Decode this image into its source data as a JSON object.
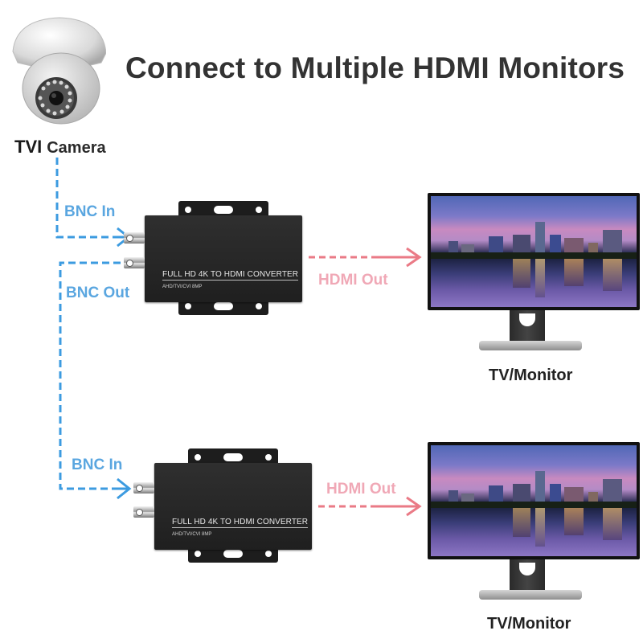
{
  "title": "Connect to Multiple HDMI Monitors",
  "camera": {
    "label_type": "TVI",
    "label_name": "Camera",
    "icon": "dome-camera-icon"
  },
  "connections": {
    "bnc_in_1": "BNC In",
    "bnc_out": "BNC Out",
    "bnc_in_2": "BNC In",
    "hdmi_out_1": "HDMI Out",
    "hdmi_out_2": "HDMI Out"
  },
  "converters": [
    {
      "line1": "FULL HD 4K TO HDMI CONVERTER",
      "line2": "AHD/TVI/CVI 8MP"
    },
    {
      "line1": "FULL HD 4K TO HDMI CONVERTER",
      "line2": "AHD/TVI/CVI 8MP"
    }
  ],
  "monitors": [
    {
      "label": "TV/Monitor"
    },
    {
      "label": "TV/Monitor"
    }
  ],
  "colors": {
    "bnc_line": "#3c9be0",
    "hdmi_line": "#ea7a86",
    "title_text": "#333333"
  }
}
